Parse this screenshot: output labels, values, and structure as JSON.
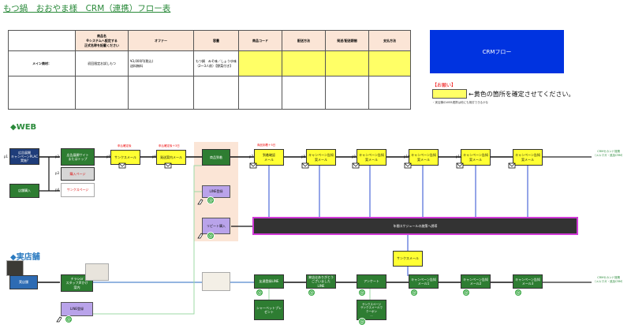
{
  "title": "もつ鍋　おおやま様　CRM（連携）フロー表",
  "table": {
    "headers": [
      "商品名\n※システムへ設定する\n正式名称を記載ください",
      "オファー",
      "容量",
      "商品コード",
      "配送方法",
      "発送/配送期間",
      "支払方法"
    ],
    "row_label": "メイン商材：",
    "cells": [
      "初回限定お試しもつ",
      "¥3,000円(税込)\n送料無料",
      "もつ鍋　みそ味／しょうゆ味\n（2〜3人前）【野菜付き】",
      "",
      "",
      "",
      ""
    ]
  },
  "crm_button": "CRMフロー",
  "note": {
    "title": "【お願い】",
    "text": "←黄色の箇所を確定させてください。",
    "small": "・実店舗のWEB連携は他にも検討できるかな"
  },
  "sections": {
    "web": "◆WEB",
    "store": "◆実店舗"
  },
  "web_nodes": {
    "ad": "広告展開\nキャンペーンPLAC実施?",
    "lp_top": "広告展開サイト\nまたはトップ",
    "order_page": "購入ページ",
    "thanks_page": "サンクスページ",
    "store_purchase": "店舗購入",
    "thanks_mail": "サンクスメール",
    "shipping_mail": "発送案内メール",
    "product_arrival": "商品到着",
    "review_mail": "到着確認\nメール",
    "campaign_mails": [
      "キャンペーン告知\n案メール",
      "キャンペーン告知\n案メール",
      "キャンペーン告知\n案メール",
      "キャンペーン告知\n案メール",
      "キャンペーン告知\n案メール"
    ],
    "line_register": "LINE登録",
    "repeat": "リピート購入",
    "schedule": "年間スケジュールの施策へ誘導",
    "thanks_mail2": "サンクスメール"
  },
  "web_redlabels": [
    "申込確定後",
    "申込確定後＋3日",
    "商品到着＋5日"
  ],
  "page_labels": [
    "p1",
    "p2",
    "p3",
    "p4",
    "p5",
    "p6",
    "p7",
    "p8",
    "p9",
    "p10",
    "p11"
  ],
  "store_nodes": {
    "store_visit": "実店舗",
    "chirashi": "チラシor\nスタッフ声かけ\n案内",
    "line_register": "LINE登録",
    "line_friend": "友達登録LINE",
    "thanks_line": "来店はありがとう\nございました LINE",
    "survey": "アンケート",
    "campaign_lines": [
      "キャンペーン告知\nメール1",
      "キャンペーン告知\nメール2",
      "キャンペーン告知\nメール3"
    ],
    "shared_present": "シャーベットプレ\nゼント",
    "survey_thanks": "サンクスページ\nサンクスメールで\nクーポン\n..."
  },
  "end_labels": {
    "web": "CRMセカンド施策\n（メルマガ・追加CRM）",
    "store": "CRMセカンド施策\n（メルマガ・追加CRM）"
  }
}
